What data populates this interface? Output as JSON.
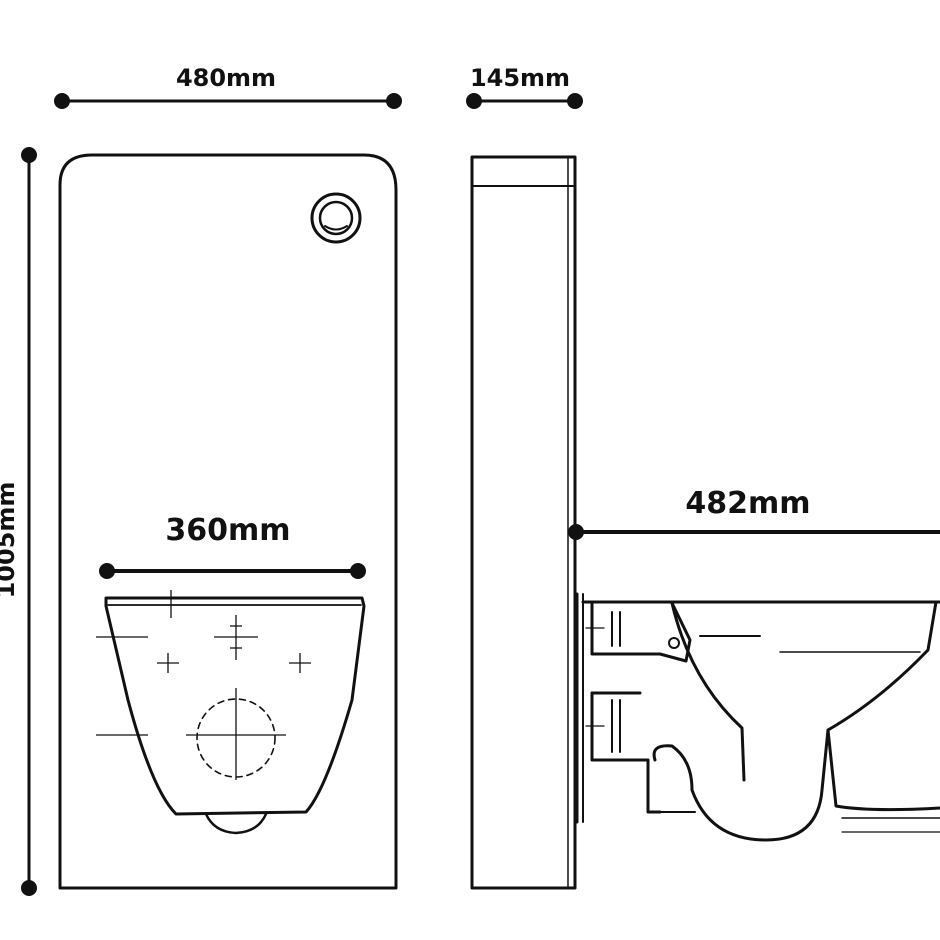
{
  "dimensions": {
    "width": "480mm",
    "depth": "145mm",
    "height": "1005mm",
    "pan_width": "360mm",
    "projection": "482mm"
  },
  "colors": {
    "line": "#111111",
    "background": "#ffffff"
  }
}
